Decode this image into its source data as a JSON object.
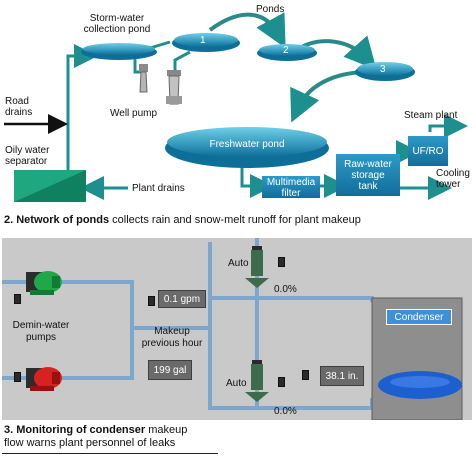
{
  "top_diagram": {
    "labels": {
      "stormwater": "Storm-water\ncollection pond",
      "ponds": "Ponds",
      "pond1": "1",
      "pond2": "2",
      "pond3": "3",
      "road_drains": "Road\ndrains",
      "well_pump": "Well pump",
      "oily_water": "Oily water\nseparator",
      "plant_drains": "Plant drains",
      "freshwater_pond": "Freshwater pond",
      "multimedia_filter": "Multimedia\nfilter",
      "rawwater_tank": "Raw-water\nstorage\ntank",
      "uf_ro": "UF/RO",
      "steam_plant": "Steam plant",
      "cooling_tower": "Cooling\ntower"
    },
    "caption_bold": "2. Network of ponds",
    "caption_rest": " collects rain and snow-melt runoff for plant makeup"
  },
  "scada": {
    "auto_top": "Auto",
    "auto_bottom": "Auto",
    "pct_top": "0.0%",
    "pct_bottom": "0.0%",
    "flow_rate": "0.1 gpm",
    "makeup_label": "Makeup\nprevious hour",
    "makeup_total": "199 gal",
    "demin_label": "Demin-water\npumps",
    "condenser_label": "Condenser",
    "level": "38.1 in."
  },
  "bottom_caption": {
    "bold": "3. Monitoring of condenser",
    "rest": " makeup\nflow warns plant personnel of leaks"
  },
  "colors": {
    "pond_blue": "#1a8fb8",
    "pipe_teal": "#1d8f8f",
    "box_blue": "#1e7fb0",
    "pump_green": "#1fa84a",
    "pump_red": "#d82222",
    "condenser_btn": "#3f8fd9"
  }
}
